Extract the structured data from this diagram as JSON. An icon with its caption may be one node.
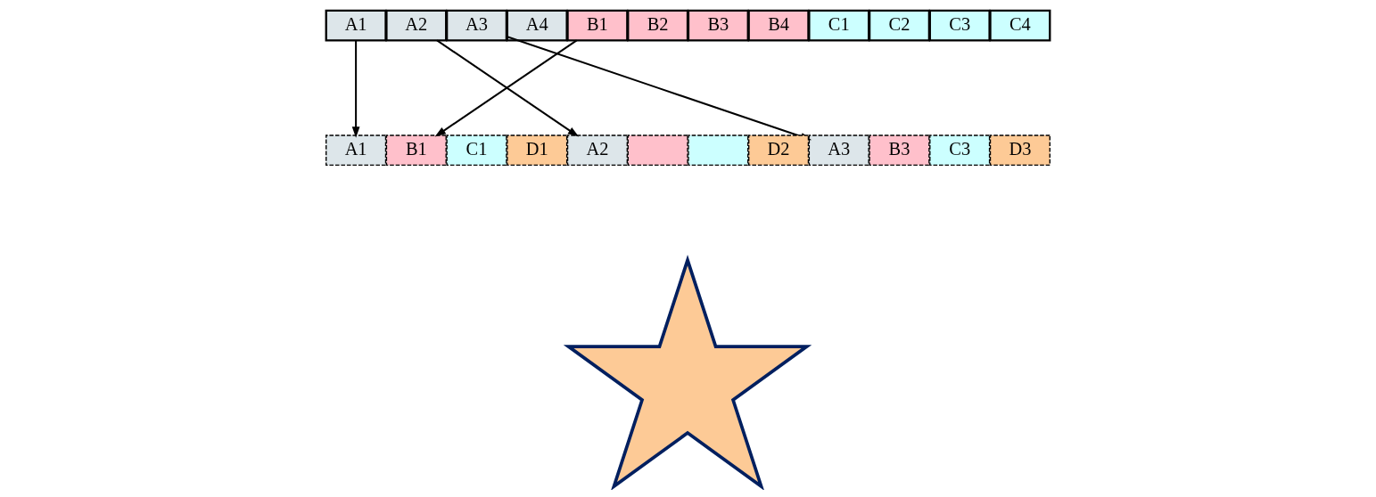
{
  "diagram": {
    "nodes": [
      {
        "text": [
          "A1"
        ]
      },
      {
        "text": [
          "A2"
        ]
      },
      {
        "text": [
          "A3"
        ]
      },
      {
        "text": [
          "A4"
        ]
      },
      {
        "text": [
          "B1"
        ]
      },
      {
        "text": [
          "B2"
        ]
      },
      {
        "text": [
          "B3"
        ]
      },
      {
        "text": [
          "B4"
        ]
      },
      {
        "text": [
          "C1"
        ]
      },
      {
        "text": [
          "C2"
        ]
      },
      {
        "text": [
          "C3"
        ]
      },
      {
        "text": [
          "C4"
        ]
      },
      {
        "text": [
          "A1"
        ]
      },
      {
        "text": [
          "B1"
        ]
      },
      {
        "text": [
          "C1"
        ]
      },
      {
        "text": [
          "D1"
        ]
      },
      {
        "text": [
          "A2"
        ]
      },
      {
        "text": [],
        "shape": "box"
      },
      {
        "text": [],
        "shape": "box"
      },
      {
        "text": [
          "D2"
        ]
      },
      {
        "text": [
          "A3"
        ]
      },
      {
        "text": [
          "B3"
        ]
      },
      {
        "text": [
          "C3"
        ]
      },
      {
        "text": [
          "D3"
        ]
      },
      {
        "text": [],
        "shape": "star"
      }
    ],
    "edges": [
      {
        "from": 0,
        "to": 12,
        "arrow": "to"
      },
      {
        "from": 1,
        "to": 16,
        "arrow": "to"
      },
      {
        "from": 2,
        "to": 20,
        "arrow": "to"
      },
      {
        "from": 4,
        "to": 13,
        "arrow": "to"
      }
    ]
  }
}
